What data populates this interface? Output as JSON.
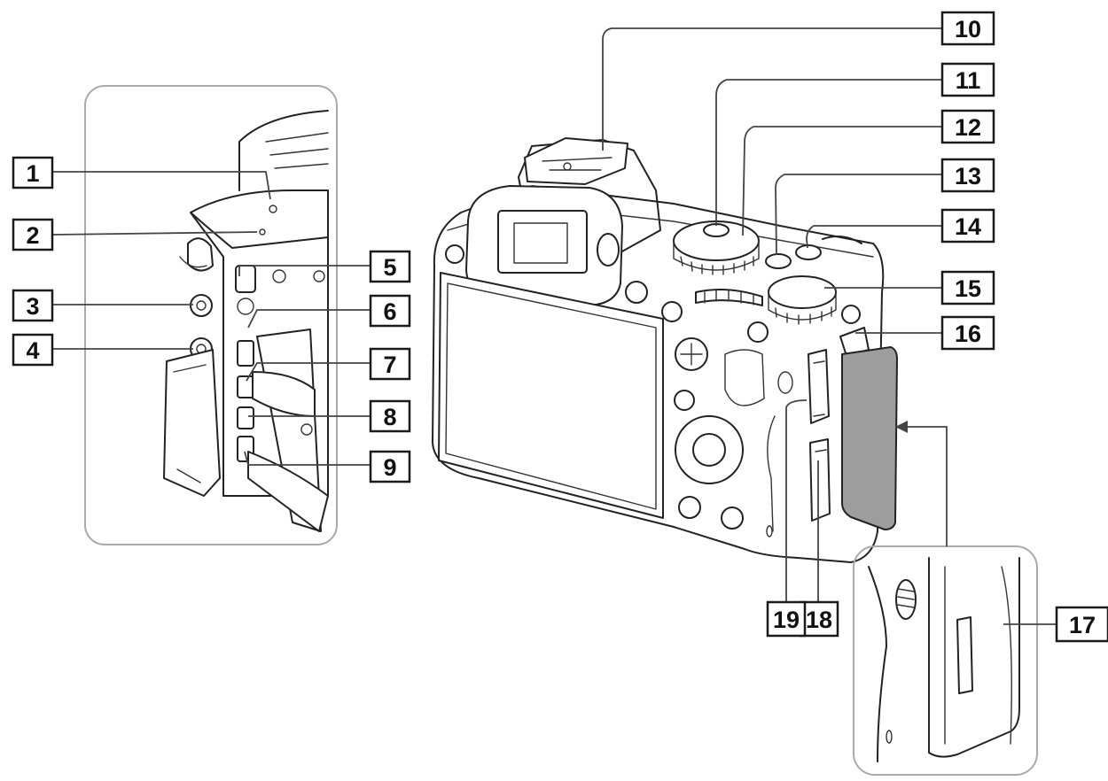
{
  "callouts": [
    {
      "id": "1",
      "label": "1"
    },
    {
      "id": "2",
      "label": "2"
    },
    {
      "id": "3",
      "label": "3"
    },
    {
      "id": "4",
      "label": "4"
    },
    {
      "id": "5",
      "label": "5"
    },
    {
      "id": "6",
      "label": "6"
    },
    {
      "id": "7",
      "label": "7"
    },
    {
      "id": "8",
      "label": "8"
    },
    {
      "id": "9",
      "label": "9"
    },
    {
      "id": "10",
      "label": "10"
    },
    {
      "id": "11",
      "label": "11"
    },
    {
      "id": "12",
      "label": "12"
    },
    {
      "id": "13",
      "label": "13"
    },
    {
      "id": "14",
      "label": "14"
    },
    {
      "id": "15",
      "label": "15"
    },
    {
      "id": "16",
      "label": "16"
    },
    {
      "id": "17",
      "label": "17"
    },
    {
      "id": "18",
      "label": "18"
    },
    {
      "id": "19",
      "label": "19"
    }
  ],
  "colors": {
    "line": "#222222",
    "inset_border": "#aaaaaa",
    "shaded_door": "#9d9d9d",
    "background": "#ffffff"
  }
}
